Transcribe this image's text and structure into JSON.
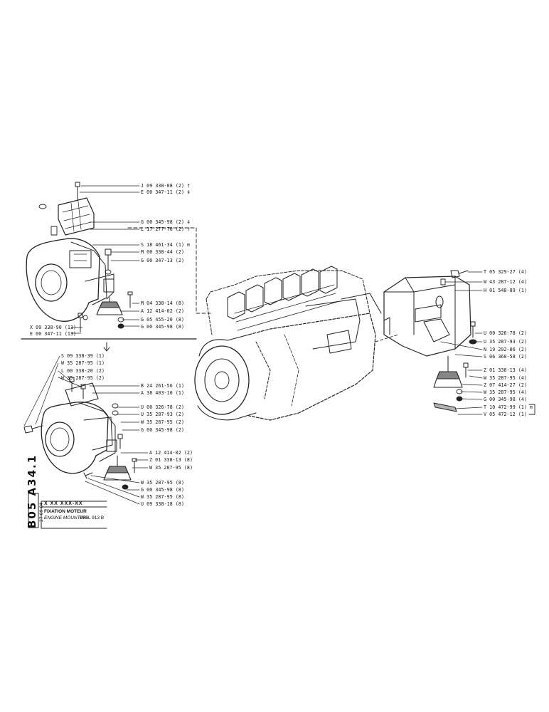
{
  "upper_left_labels": [
    "J 09 338-08 (2) †",
    "E 00 347-11 (2) ‡",
    "G 00 345-98 (2) ‡",
    "L 17 277-70 (2) †",
    "S 18 461-34 (1) ⊞",
    "M 00 338-44 (2)",
    "G 00 347-13 (2)",
    "M 04 338-14 (8)",
    "A 12 414-02 (2)",
    "G 05 455-20 (8)",
    "G 00 345-98 (8)"
  ],
  "upper_left_bottom_labels": [
    "X 09 338-90 (13)",
    "E 00 347-11 (13)"
  ],
  "lower_left_labels": [
    "S 09 338-39 (1)",
    "W 35 287-95 (1)",
    "L 00 338-20 (2)",
    "W 35 287-95 (2)",
    "B 24 261-56 (1)",
    "A 38 403-10 (1)",
    "U 00 326-78 (2)",
    "U 35 287-93 (2)",
    "W 35 287-95 (2)",
    "G 00 345-98 (2)",
    "A 12 414-02 (2)",
    "Z 01 338-13 (8)",
    "W 35 287-95 (8)",
    "W 35 287-95 (8)",
    "G 00 345-98 (8)",
    "W 35 287-95 (8)",
    "U 09 338-18 (8)"
  ],
  "right_labels": [
    "T 05 329-27 (4)",
    "W 43 287-12 (4)",
    "H 01 548-89 (1)",
    "U 00 326-78 (2)",
    "U 35 287-93 (2)",
    "N 19 292-06 (2)",
    "S 06 360-58 (2)",
    "Z 01 338-13 (4)",
    "W 35 287-95 (4)",
    "Z 07 414-27 (2)",
    "W 35 287-95 (4)",
    "G 00 345-98 (4)",
    "T 10 472-99 (1) ⊞",
    "V 05 472-12 (1)"
  ],
  "title_block": {
    "ref_code": "B05 A34.1",
    "date": "27-09-84",
    "part_number": "X XX XXX-XX",
    "title_fr": "FIXATION MOTEUR",
    "title_en": "ENGINE MOUNTING",
    "model": "BF6L 913 B"
  }
}
